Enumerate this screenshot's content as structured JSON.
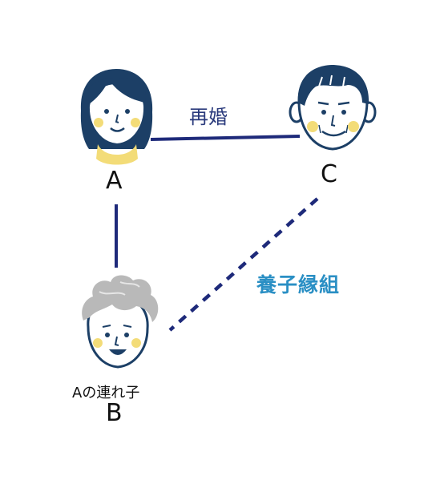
{
  "nodes": {
    "a": {
      "label": "A"
    },
    "c": {
      "label": "C"
    },
    "b": {
      "label": "B",
      "caption": "Aの連れ子"
    }
  },
  "edges": {
    "remarriage": {
      "label": "再婚",
      "style": "solid"
    },
    "parent_child": {
      "style": "solid"
    },
    "adoption": {
      "label": "養子縁組",
      "style": "dashed"
    }
  },
  "colors": {
    "line": "#1e2a7a",
    "hair_dark": "#1c3f66",
    "hair_gray": "#b9b9b9",
    "skin": "#ffffff",
    "cheek": "#f3dc78",
    "remarriage_text": "#2a3a7c",
    "adoption_text": "#2a8fc4"
  }
}
